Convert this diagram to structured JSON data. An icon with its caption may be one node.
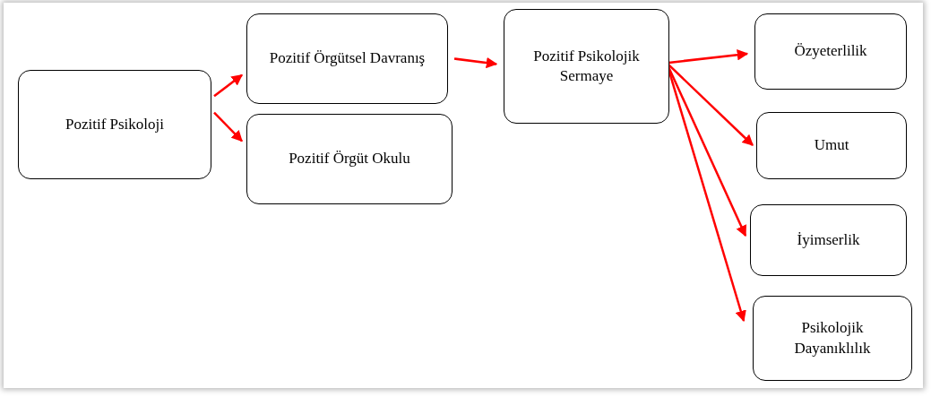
{
  "diagram": {
    "nodes": [
      {
        "text": [
          "Pozitif Psikoloji"
        ]
      },
      {
        "text": [
          "Pozitif Örgütsel Davranış"
        ]
      },
      {
        "text": [
          "Pozitif Örgüt Okulu"
        ]
      },
      {
        "text": [
          "Pozitif Psikolojik Sermaye"
        ]
      },
      {
        "text": [
          "Özyeterlilik"
        ]
      },
      {
        "text": [
          "Umut"
        ]
      },
      {
        "text": [
          "İyimserlik"
        ]
      },
      {
        "text": [
          "Psikolojik Dayanıklılık"
        ]
      }
    ],
    "edges": [
      {
        "from": 0,
        "to": 1,
        "arrow": "to",
        "color": "#ff0000"
      },
      {
        "from": 0,
        "to": 2,
        "arrow": "to",
        "color": "#ff0000"
      },
      {
        "from": 1,
        "to": 3,
        "arrow": "to",
        "color": "#ff0000"
      },
      {
        "from": 3,
        "to": 4,
        "arrow": "to",
        "color": "#ff0000"
      },
      {
        "from": 3,
        "to": 5,
        "arrow": "to",
        "color": "#ff0000"
      },
      {
        "from": 3,
        "to": 6,
        "arrow": "to",
        "color": "#ff0000"
      },
      {
        "from": 3,
        "to": 7,
        "arrow": "to",
        "color": "#ff0000"
      }
    ]
  }
}
